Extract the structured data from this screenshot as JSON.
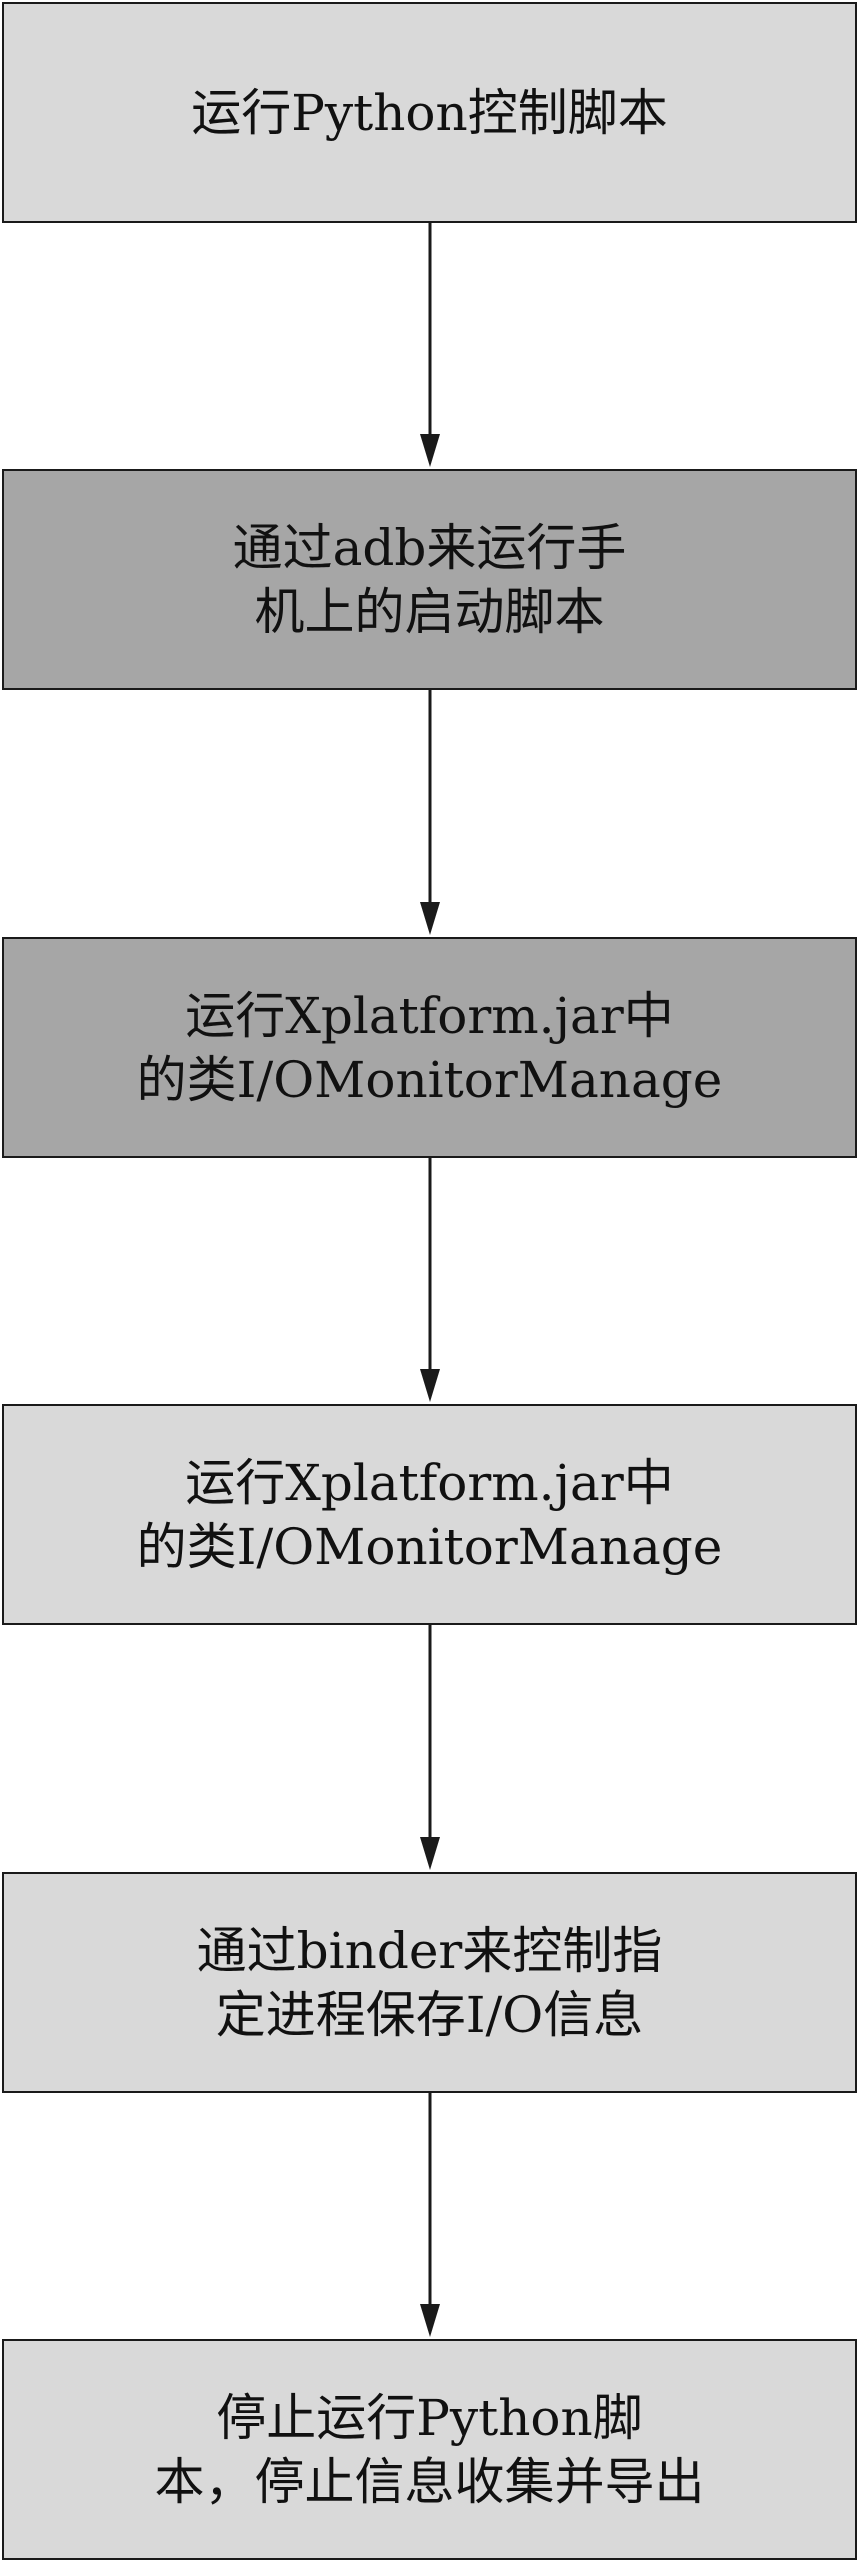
{
  "steps": [
    {
      "lines": [
        "运行Python控制脚本"
      ],
      "shade": "light"
    },
    {
      "lines": [
        "通过adb来运行手",
        "机上的启动脚本"
      ],
      "shade": "dark"
    },
    {
      "lines": [
        "运行Xplatform.jar中",
        "的类I/OMonitorManage"
      ],
      "shade": "dark"
    },
    {
      "lines": [
        "运行Xplatform.jar中",
        "的类I/OMonitorManage"
      ],
      "shade": "light"
    },
    {
      "lines": [
        "通过binder来控制指",
        "定进程保存I/O信息"
      ],
      "shade": "light"
    },
    {
      "lines": [
        "停止运行Python脚",
        "本，停止信息收集并导出"
      ],
      "shade": "light"
    }
  ],
  "colors": {
    "light_fill": "#d9d9d9",
    "dark_fill": "#a6a6a6",
    "border": "#1a1a1a",
    "arrow": "#1a1a1a"
  }
}
